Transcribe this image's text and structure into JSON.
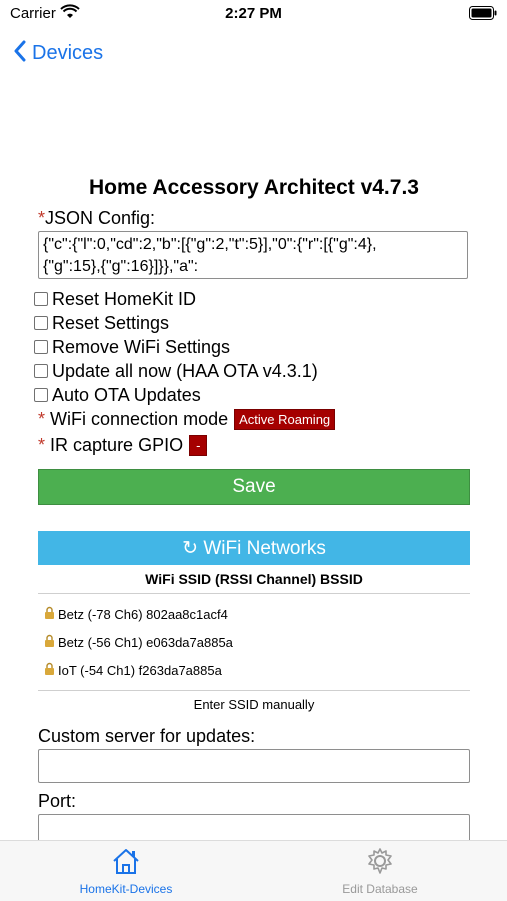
{
  "status": {
    "carrier": "Carrier",
    "time": "2:27 PM"
  },
  "nav": {
    "back_label": "Devices"
  },
  "page": {
    "title": "Home Accessory Architect v4.7.3"
  },
  "json": {
    "required_mark": "*",
    "label": "JSON Config:",
    "line1": "{\"c\":{\"l\":0,\"cd\":2,\"b\":[{\"g\":2,\"t\":5}],\"0\":{\"r\":[{\"g\":4},",
    "line2": "{\"g\":15},{\"g\":16}]}},\"a\":"
  },
  "checkboxes": [
    {
      "label": "Reset HomeKit ID"
    },
    {
      "label": "Reset Settings"
    },
    {
      "label": "Remove WiFi Settings"
    },
    {
      "label": "Update all now (HAA OTA v4.3.1)"
    },
    {
      "label": "Auto OTA Updates"
    }
  ],
  "wifi_mode": {
    "required_mark": "*",
    "label": "WiFi connection mode",
    "value": "Active Roaming"
  },
  "ir_gpio": {
    "required_mark": "*",
    "label": "IR capture GPIO",
    "value": "-"
  },
  "save_label": "Save",
  "wifi_networks": {
    "button_label": "↻ WiFi Networks",
    "header": "WiFi SSID (RSSI Channel) BSSID",
    "items": [
      {
        "text": "Betz (-78 Ch6) 802aa8c1acf4"
      },
      {
        "text": "Betz (-56 Ch1) e063da7a885a"
      },
      {
        "text": "IoT (-54 Ch1) f263da7a885a"
      }
    ],
    "manual_label": "Enter SSID manually"
  },
  "custom_server": {
    "label": "Custom server for updates:",
    "value": ""
  },
  "port": {
    "label": "Port:",
    "value": ""
  },
  "tabs": [
    {
      "label": "HomeKit-Devices"
    },
    {
      "label": "Edit Database"
    }
  ],
  "colors": {
    "accent": "#1a73e8",
    "save": "#4caf50",
    "wifi": "#42b6e6",
    "badge": "#a50000"
  }
}
